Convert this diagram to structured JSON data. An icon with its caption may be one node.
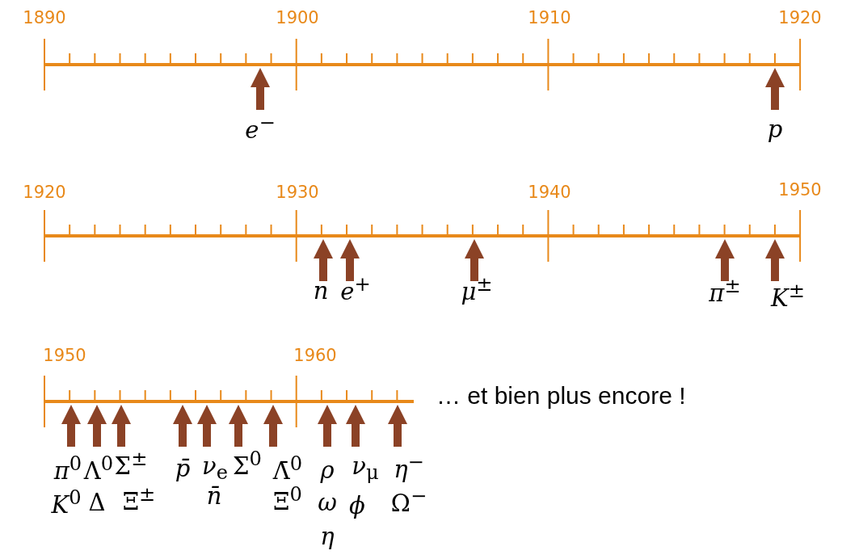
{
  "diagram": {
    "labels": [
      "1890",
      "1900",
      "1910",
      "1920",
      "*e*$^{−}$",
      "p",
      "1920",
      "1930",
      "1940",
      "1950",
      "n",
      "*e*$^{+}$",
      "*μ*$^{±}$",
      "*π*$^{±}$",
      "*K*$^{±}$",
      "1950",
      "1960",
      "… et bien plus encore !",
      "*π*$^{0}$",
      "Λ$^{0}$",
      "Σ$^{±}$",
      "p̄",
      "*ν*$_{e}$",
      "Σ$^{0}$",
      "Λ̄$^{0}$",
      "ρ",
      "*ν*$_{μ}$",
      "*η*$^{−}$",
      "*K*$^{0}$",
      "Δ",
      "Ξ$^{±}$",
      "n̄",
      "Ξ$^{0}$",
      "ω",
      "ϕ",
      "Ω$^{−}$",
      "η"
    ]
  }
}
